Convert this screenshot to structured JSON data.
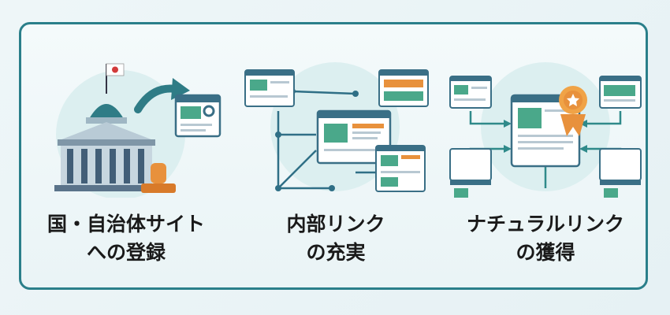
{
  "panels": [
    {
      "line1": "国・自治体サイト",
      "line2": "への登録",
      "icon": "government-building-icon"
    },
    {
      "line1": "内部リンク",
      "line2": "の充実",
      "icon": "linked-pages-icon"
    },
    {
      "line1": "ナチュラルリンク",
      "line2": "の獲得",
      "icon": "award-page-icon"
    }
  ],
  "colors": {
    "border": "#2a7f8a",
    "accent": "#2a8a90",
    "orange": "#e8913c",
    "green": "#4aa88a"
  }
}
